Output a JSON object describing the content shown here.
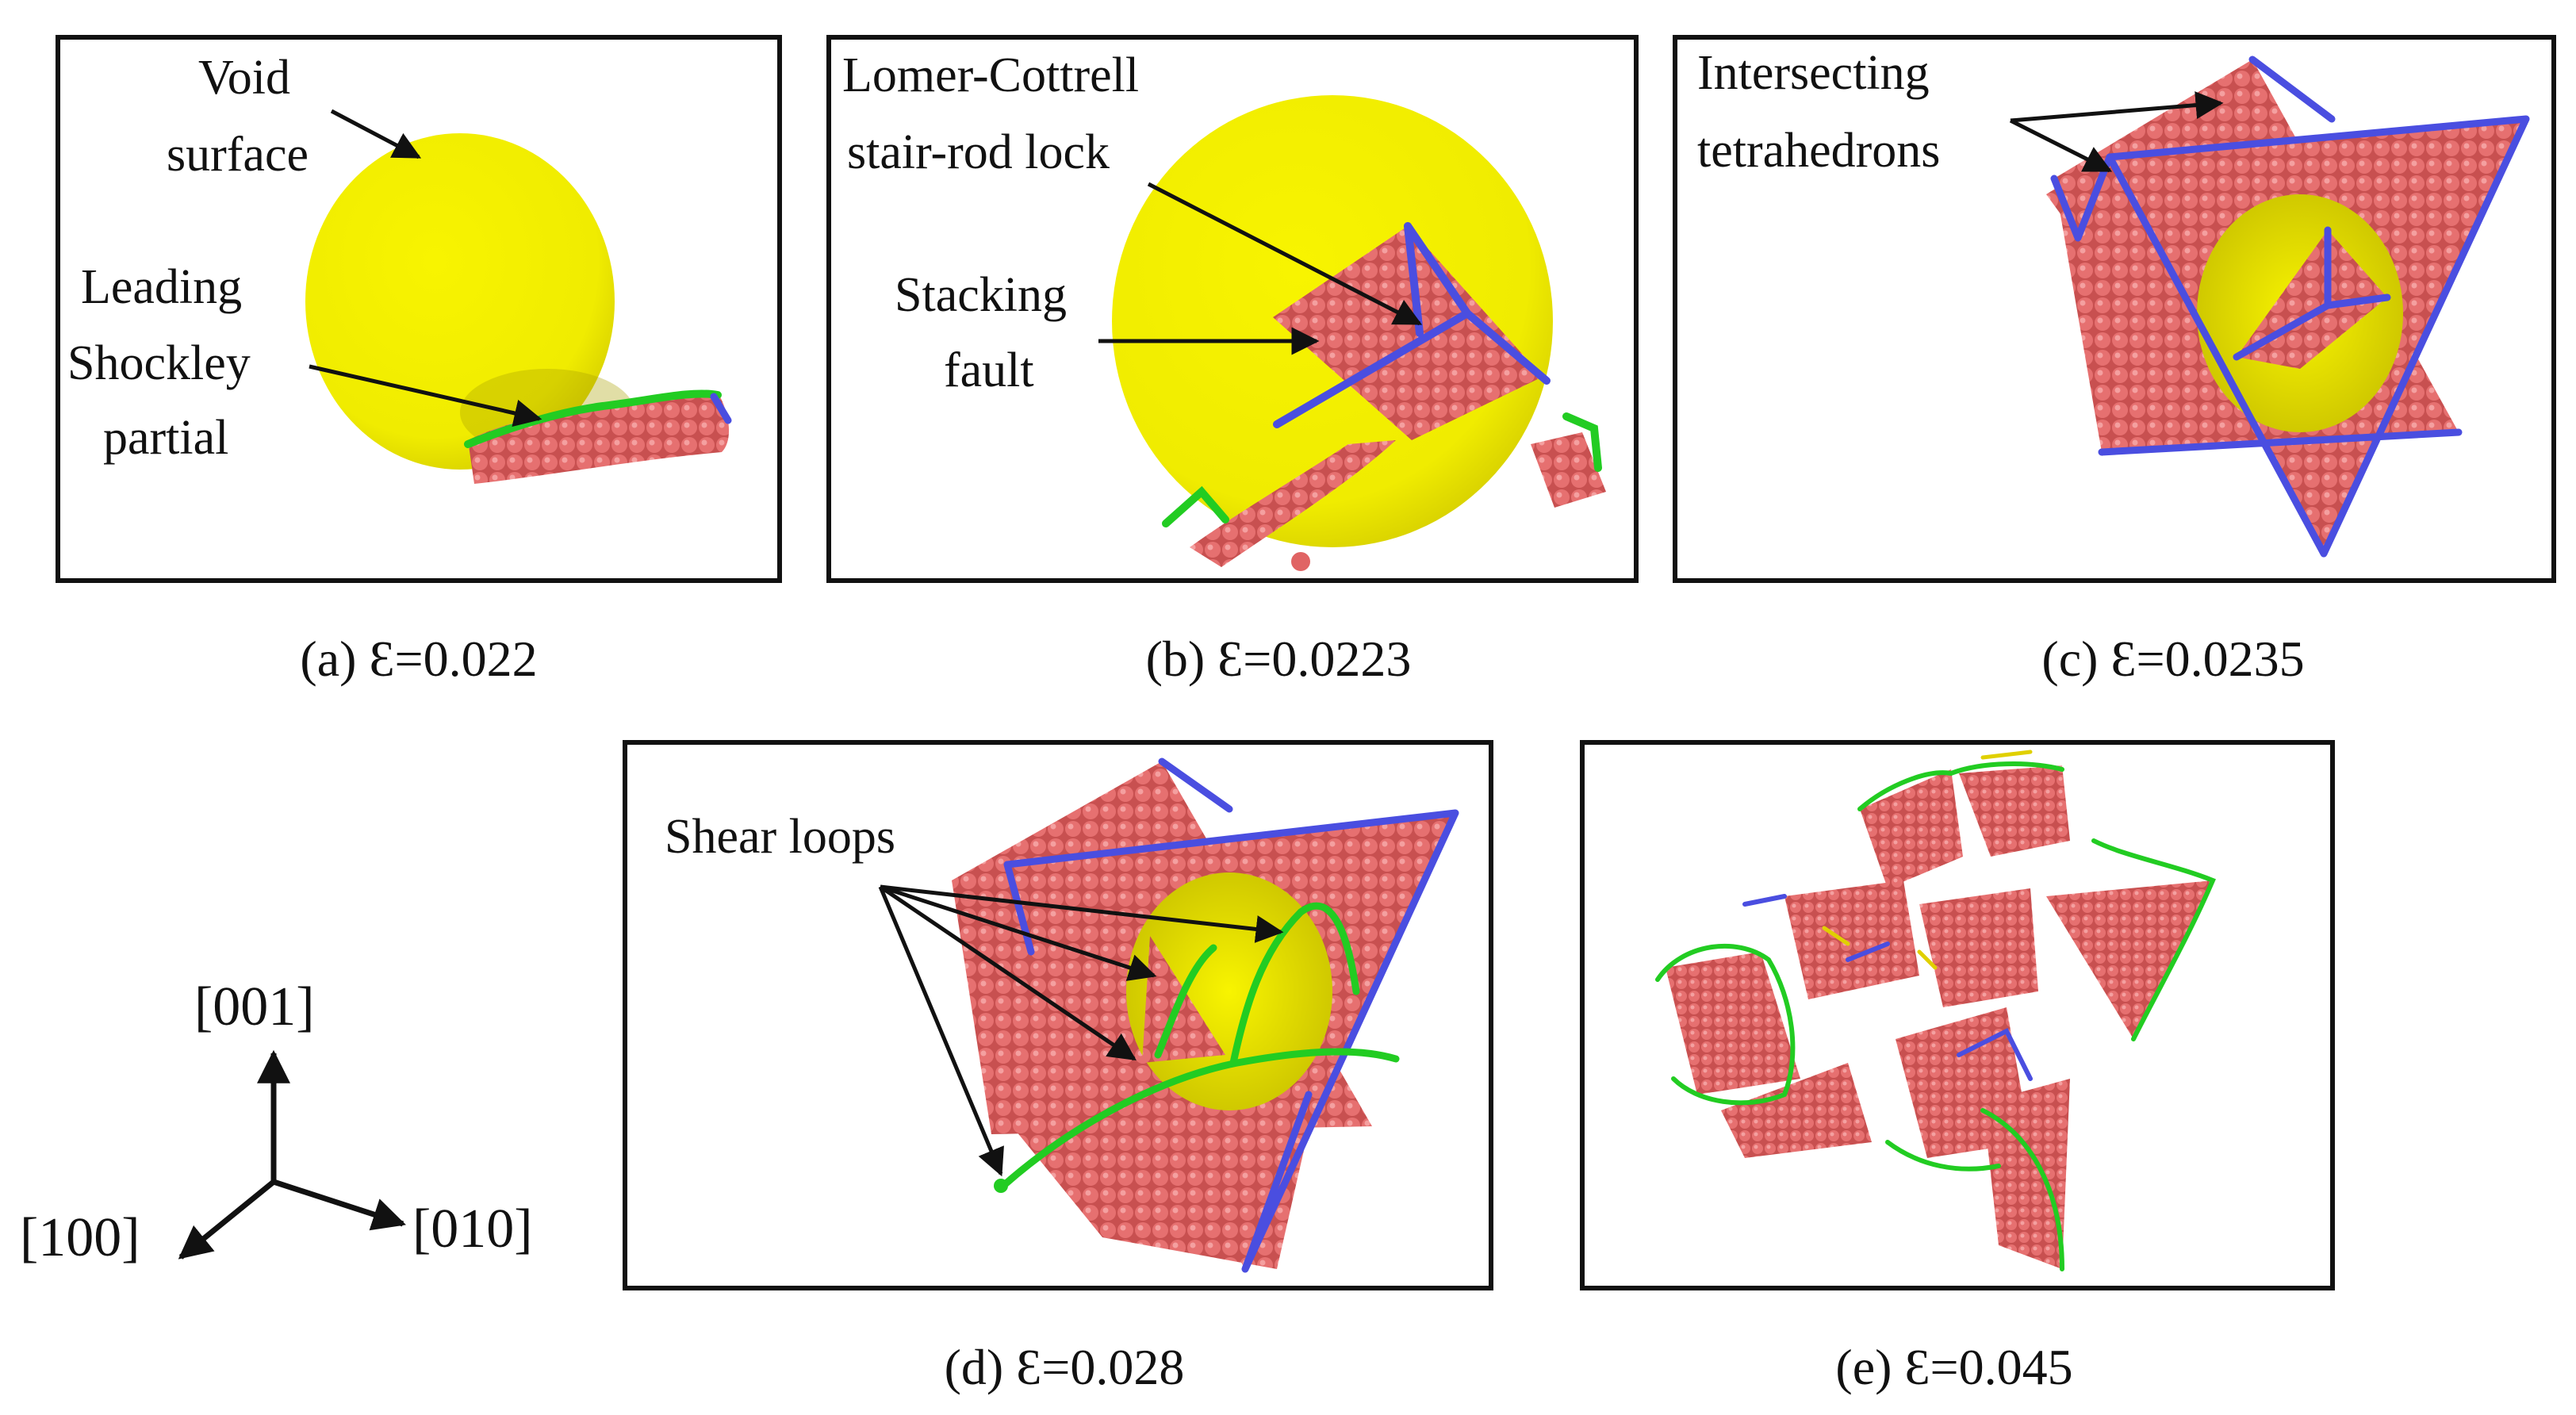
{
  "panels": {
    "a": {
      "caption": "(a) Ɛ=0.022",
      "labels": {
        "void_surface": [
          "Void",
          "surface"
        ],
        "leading_shockley": [
          "Leading",
          "Shockley",
          "partial"
        ]
      }
    },
    "b": {
      "caption": "(b) Ɛ=0.0223",
      "labels": {
        "lomer_cottrell": [
          "Lomer-Cottrell",
          "stair-rod lock"
        ],
        "stacking_fault": [
          "Stacking",
          "fault"
        ]
      }
    },
    "c": {
      "caption": "(c) Ɛ=0.0235",
      "labels": {
        "intersecting": [
          "Intersecting",
          "tetrahedrons"
        ]
      }
    },
    "d": {
      "caption": "(d) Ɛ=0.028",
      "labels": {
        "shear_loops": "Shear loops"
      }
    },
    "e": {
      "caption": "(e) Ɛ=0.045"
    }
  },
  "axes": {
    "z": "[001]",
    "x": "[100]",
    "y": "[010]"
  },
  "colors": {
    "void": "#f4f000",
    "void_shade": "#b8b000",
    "atoms": "#e06464",
    "atom_edge": "#b84848",
    "stair_rod": "#4a4ee0",
    "shockley": "#22cc22",
    "hirth": "#e0d000",
    "arrow": "#111111"
  }
}
